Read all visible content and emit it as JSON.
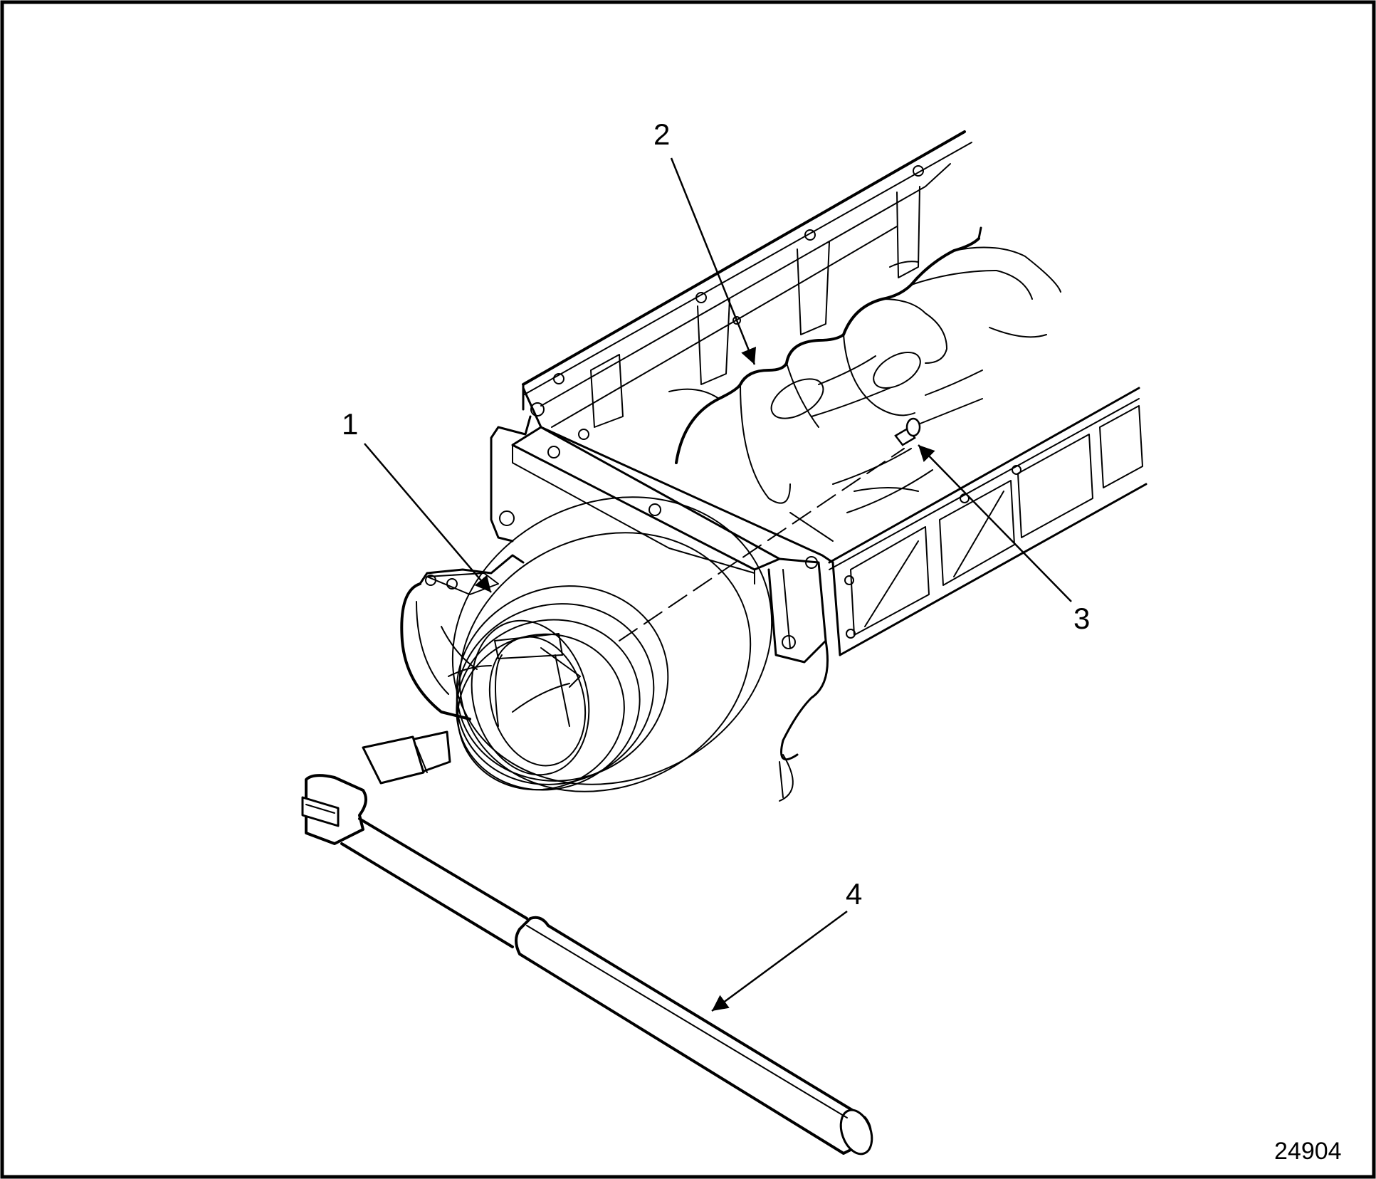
{
  "colors": {
    "line": "#000000",
    "background": "#ffffff"
  },
  "callouts": [
    {
      "id": "1",
      "label": "1"
    },
    {
      "id": "2",
      "label": "2"
    },
    {
      "id": "3",
      "label": "3"
    },
    {
      "id": "4",
      "label": "4"
    }
  ],
  "figure_number": "24904"
}
